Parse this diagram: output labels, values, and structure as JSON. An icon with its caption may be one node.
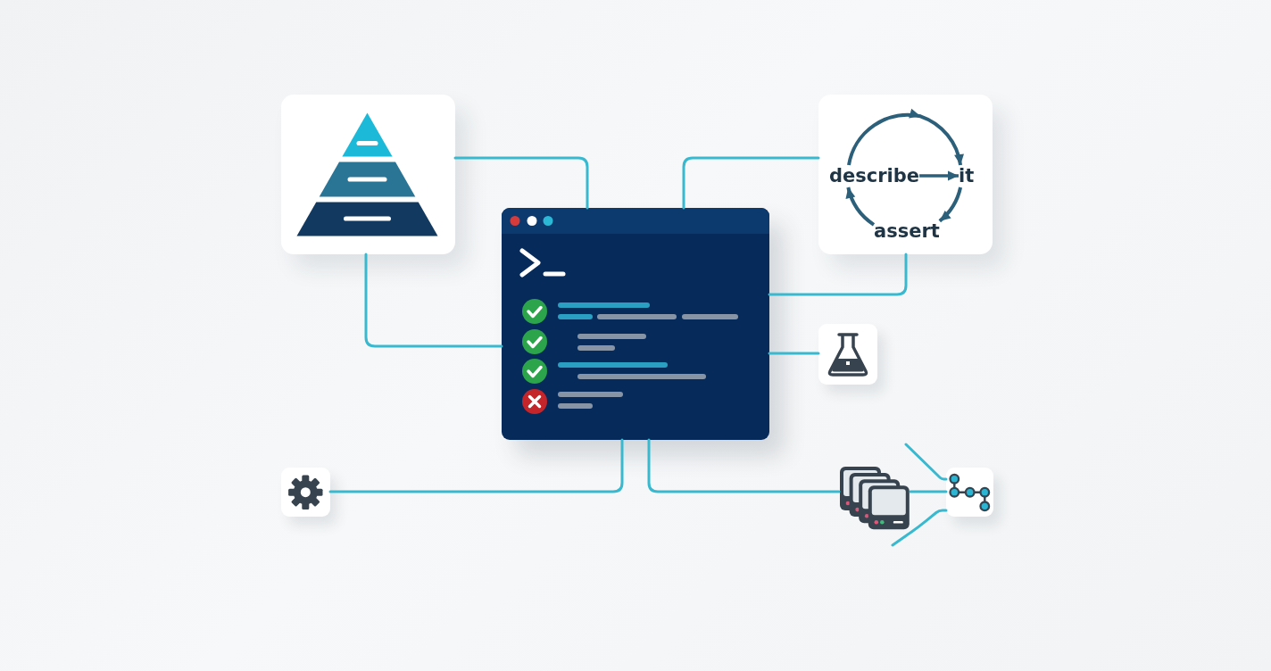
{
  "diagram": {
    "nodes": [
      {
        "text": [],
        "shape": "picture"
      },
      {
        "text": [],
        "shape": "box"
      },
      {
        "text": [
          "describe"
        ],
        "in": 1
      },
      {
        "text": [
          "it"
        ],
        "in": 1
      },
      {
        "text": [
          "assert"
        ],
        "in": 1
      },
      {
        "text": [],
        "shape": "picture"
      },
      {
        "text": [],
        "shape": "picture"
      },
      {
        "text": [],
        "shape": "picture"
      },
      {
        "text": [],
        "shape": "picture"
      },
      {
        "text": [],
        "shape": "picture"
      }
    ],
    "edges": [
      {
        "from": 0,
        "to": 5,
        "arrow": "none"
      },
      {
        "from": 0,
        "to": 5,
        "arrow": "none"
      },
      {
        "from": 5,
        "to": 1,
        "arrow": "none"
      },
      {
        "from": 5,
        "to": 1,
        "arrow": "none"
      },
      {
        "from": 5,
        "to": 6,
        "arrow": "none"
      },
      {
        "from": 5,
        "to": 7,
        "arrow": "none"
      },
      {
        "from": 5,
        "to": 8,
        "arrow": "none"
      },
      {
        "from": 8,
        "to": 9,
        "arrow": "none"
      },
      {
        "from": null,
        "to": 9,
        "arrow": "none"
      },
      {
        "from": null,
        "to": 9,
        "arrow": "none"
      },
      {
        "from": 2,
        "to": 3,
        "arrow": "to",
        "color": "#2c5f7a"
      },
      {
        "from": 2,
        "to": 3,
        "arrow": "to",
        "color": "#2c5f7a"
      },
      {
        "from": 3,
        "to": 4,
        "arrow": "to",
        "color": "#2c5f7a"
      },
      {
        "from": 4,
        "to": 2,
        "arrow": "to",
        "color": "#2c5f7a"
      }
    ]
  }
}
